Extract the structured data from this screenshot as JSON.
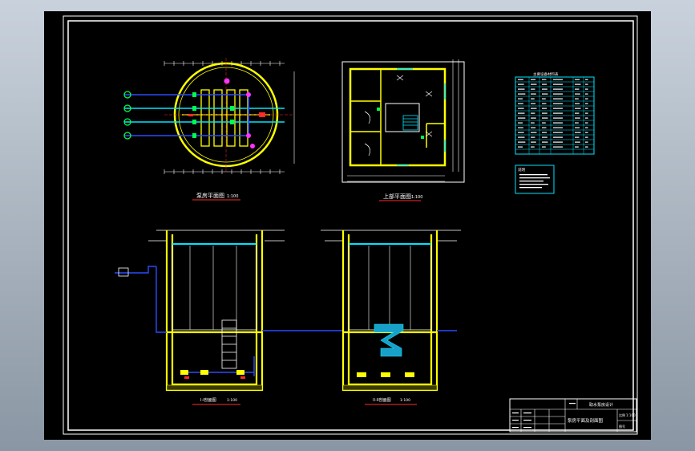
{
  "drawing": {
    "colors": {
      "background": "#000000",
      "frame": "#ffffff",
      "wall": "#ffff00",
      "pipe_blue": "#2a4bff",
      "pipe_cyan": "#00e5ff",
      "accent_green": "#00ff4c",
      "accent_magenta": "#ff33ff",
      "accent_red": "#ff2a2a"
    },
    "views": {
      "plan_circular": {
        "caption": "泵房平面图",
        "scale": "1:100"
      },
      "plan_upper": {
        "caption": "上部平面图",
        "scale": "1:100"
      },
      "section_left": {
        "caption": "I-I剖面图",
        "scale": "1:100"
      },
      "section_right": {
        "caption": "II-II剖面图",
        "scale": "1:100"
      }
    },
    "equipment_table": {
      "title": "主要设备材料表"
    },
    "notes": {
      "title": "说明"
    },
    "title_block": {
      "project": "取水泵房设计",
      "drawing_name": "泵房平面及剖面图",
      "scale_label": "比例",
      "scale_value": "1:100",
      "sheet_label": "图号"
    }
  }
}
